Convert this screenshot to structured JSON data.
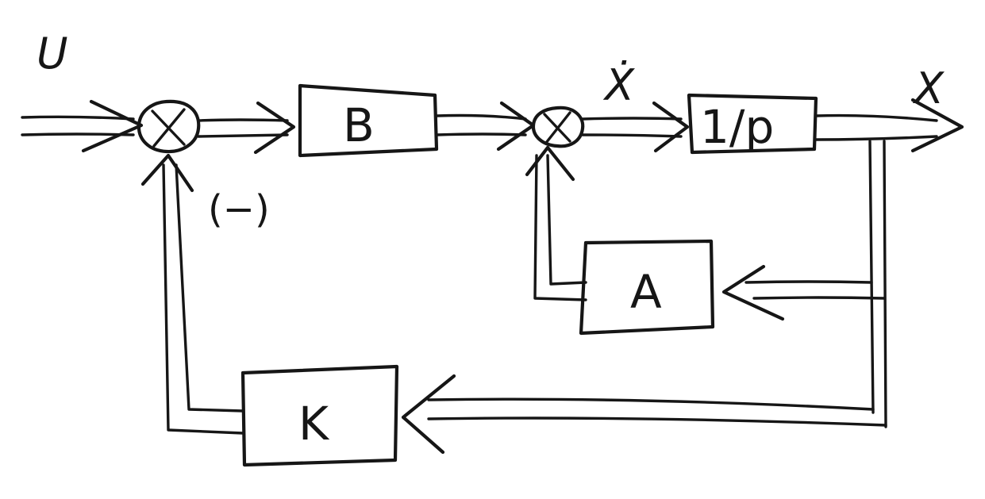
{
  "diagram": {
    "input_label": "U",
    "output_label": "X",
    "derivative_label": "Ẋ",
    "sign_label": "(−)",
    "block_b": "B",
    "block_integrator": "1/p",
    "block_a": "A",
    "block_k": "K",
    "ink_color": "#161616",
    "background_color": "#ffffff"
  }
}
